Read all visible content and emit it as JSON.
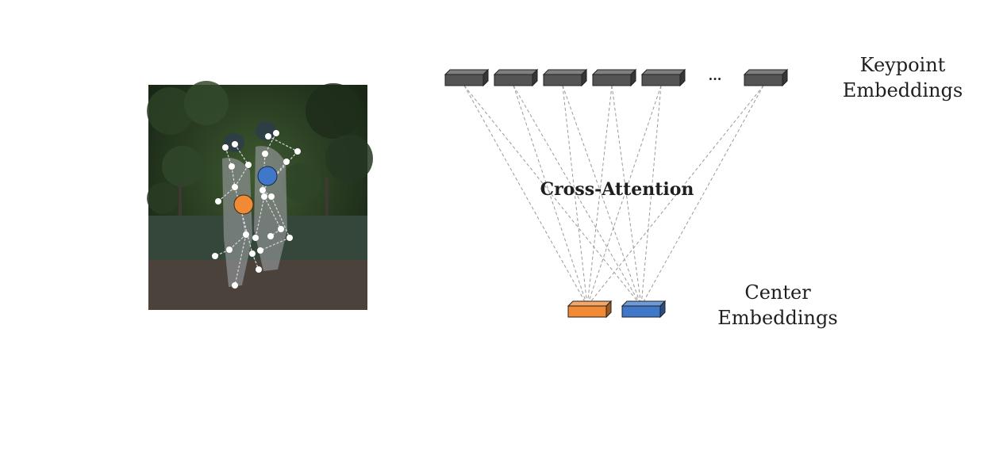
{
  "labels": {
    "keypoint_embeddings": [
      "Keypoint",
      "Embeddings"
    ],
    "center_embeddings": [
      "Center",
      "Embeddings"
    ],
    "cross_attention": "Cross-Attention",
    "ellipsis": "..."
  },
  "colors": {
    "keypoint_token": "#545454",
    "center_orange": "#f08a34",
    "center_blue": "#3f77c9",
    "attention_line": "#9a9a9a",
    "keypoint_dot": "#ffffff",
    "skeleton_line": "#d9d9d9"
  },
  "photo": {
    "description_icon": "baseball-players-photo",
    "person_centers": [
      "orange-center-marker",
      "blue-center-marker"
    ]
  }
}
